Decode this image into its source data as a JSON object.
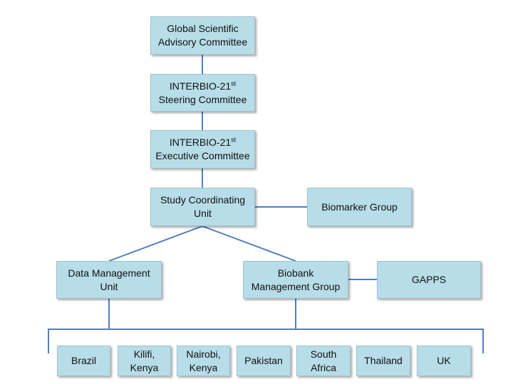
{
  "colors": {
    "box_fill": "#b7dde8",
    "connector": "#4f7fbf"
  },
  "nodes": {
    "gsac": {
      "line1": "Global Scientific",
      "line2": "Advisory Committee"
    },
    "steering": {
      "line1": "INTERBIO-21",
      "line1_sup": "st",
      "line2": "Steering Committee"
    },
    "executive": {
      "line1": "INTERBIO-21",
      "line1_sup": "st",
      "line2": "Executive Committee"
    },
    "scu": {
      "line1": "Study Coordinating",
      "line2": "Unit"
    },
    "biomarker": {
      "line1": "Biomarker Group"
    },
    "dmu": {
      "line1": "Data Management",
      "line2": "Unit"
    },
    "biobank": {
      "line1": "Biobank",
      "line2": "Management Group"
    },
    "gapps": {
      "line1": "GAPPS"
    }
  },
  "sites": [
    {
      "line1": "Brazil",
      "line2": ""
    },
    {
      "line1": "Kilifi,",
      "line2": "Kenya"
    },
    {
      "line1": "Nairobi,",
      "line2": "Kenya"
    },
    {
      "line1": "Pakistan",
      "line2": ""
    },
    {
      "line1": "South",
      "line2": "Africa"
    },
    {
      "line1": "Thailand",
      "line2": ""
    },
    {
      "line1": "UK",
      "line2": ""
    }
  ]
}
